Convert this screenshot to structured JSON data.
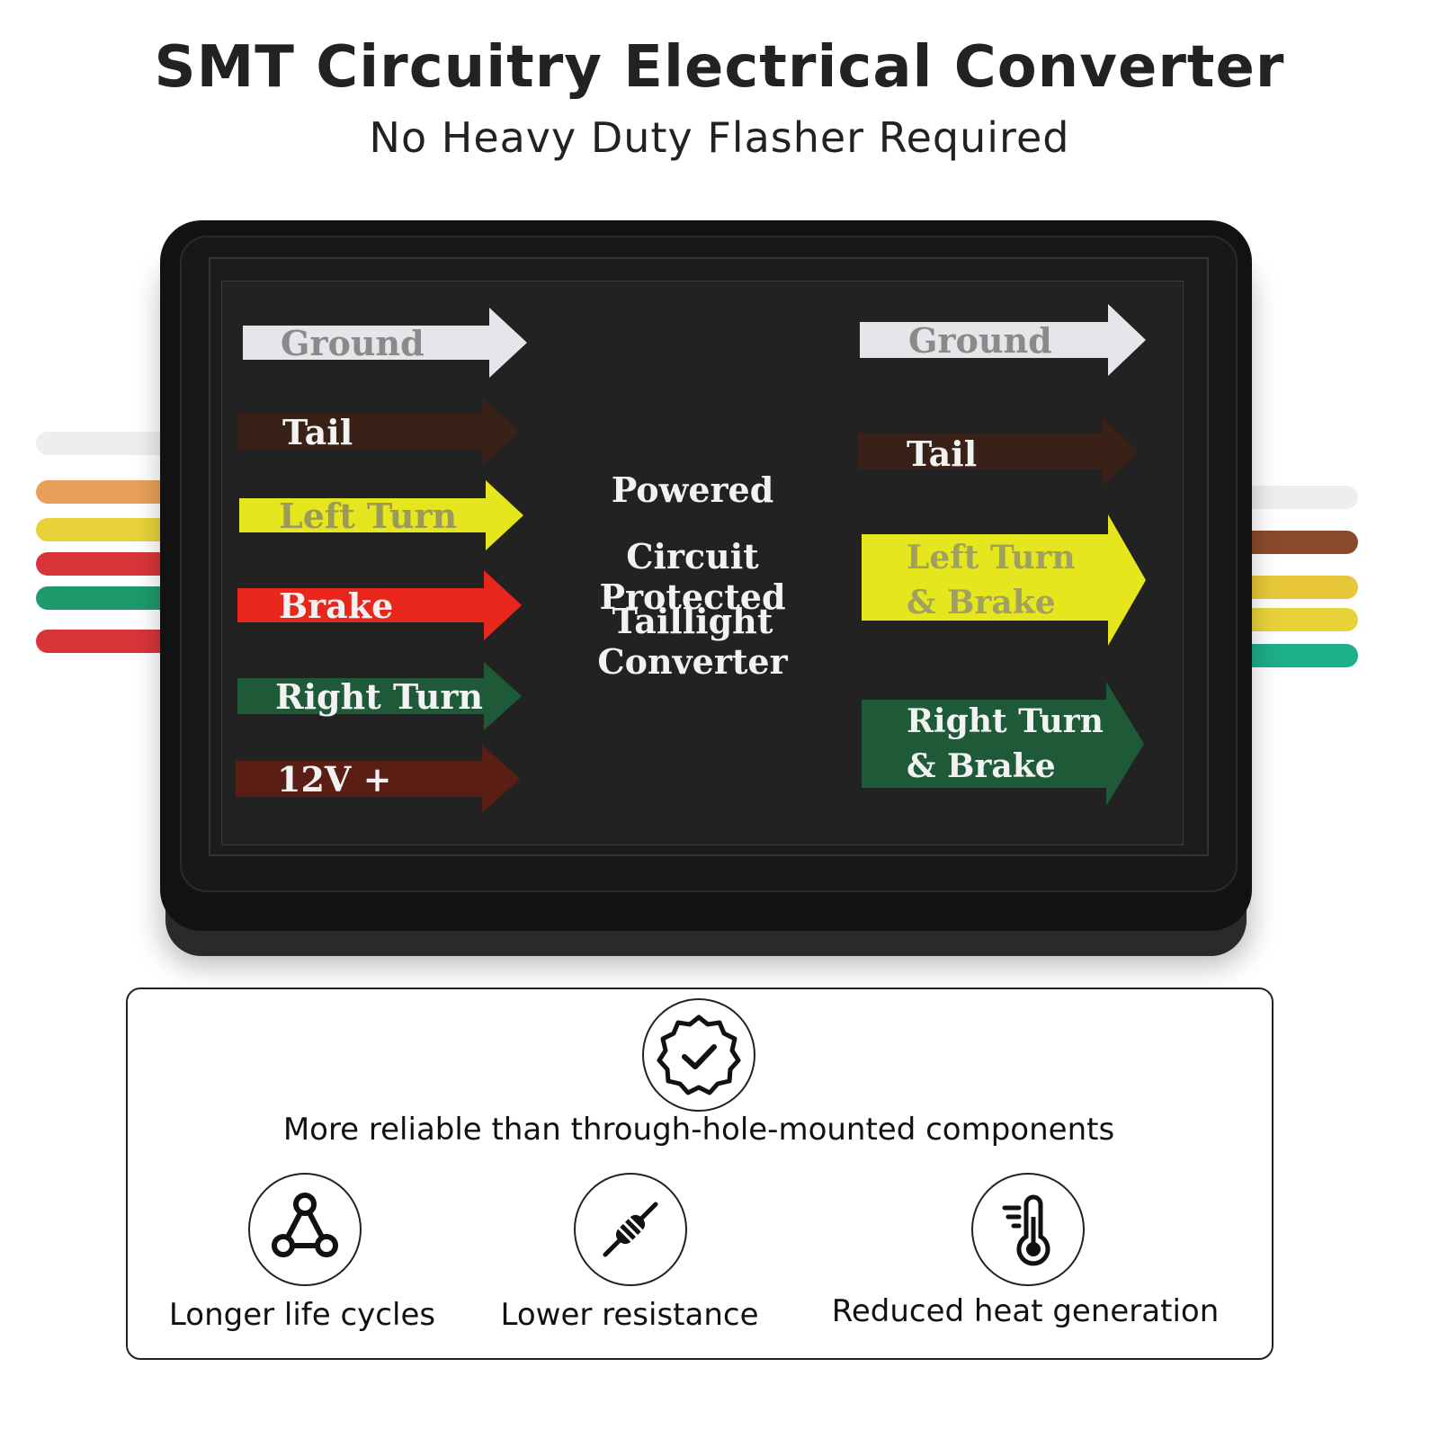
{
  "header": {
    "title": "SMT Circuitry Electrical Converter",
    "subtitle": "No Heavy Duty Flasher Required"
  },
  "converter": {
    "left_arrows": [
      {
        "label": "Ground",
        "color": "#e6e6ea",
        "text_color": "#8a8a8a"
      },
      {
        "label": "Tail",
        "color": "#3a2117",
        "text_color": "#f2f2f2"
      },
      {
        "label": "Left Turn",
        "color": "#e6e61e",
        "text_color": "#9a9a5a"
      },
      {
        "label": "Brake",
        "color": "#e8261c",
        "text_color": "#f2f2f2"
      },
      {
        "label": "Right Turn",
        "color": "#1e5a38",
        "text_color": "#f2f2f2"
      },
      {
        "label": "12V +",
        "color": "#5a1e14",
        "text_color": "#f2f2f2"
      }
    ],
    "center_lines": [
      "Powered",
      "Circuit Protected",
      "Taillight Converter"
    ],
    "right_arrows": [
      {
        "label": "Ground",
        "color": "#e6e6ea",
        "text_color": "#8a8a8a"
      },
      {
        "label": "Tail",
        "color": "#3a2117",
        "text_color": "#f2f2f2"
      },
      {
        "label_line1": "Left Turn",
        "label_line2": "& Brake",
        "color": "#e6e61e",
        "text_color": "#a0a060"
      },
      {
        "label_line1": "Right Turn",
        "label_line2": "& Brake",
        "color": "#1e5a38",
        "text_color": "#f2f2f2"
      }
    ],
    "wire_colors": [
      "#f0f0f0",
      "#e59a4a",
      "#e8d23a",
      "#d8343a",
      "#1d9a6a",
      "#d8343a"
    ]
  },
  "features": {
    "top": {
      "icon": "badge-check-icon",
      "text": "More reliable than through-hole-mounted components"
    },
    "items": [
      {
        "icon": "triangle-nodes-icon",
        "text": "Longer life cycles"
      },
      {
        "icon": "resistor-icon",
        "text": "Lower resistance"
      },
      {
        "icon": "thermometer-icon",
        "text": "Reduced heat generation"
      }
    ]
  }
}
